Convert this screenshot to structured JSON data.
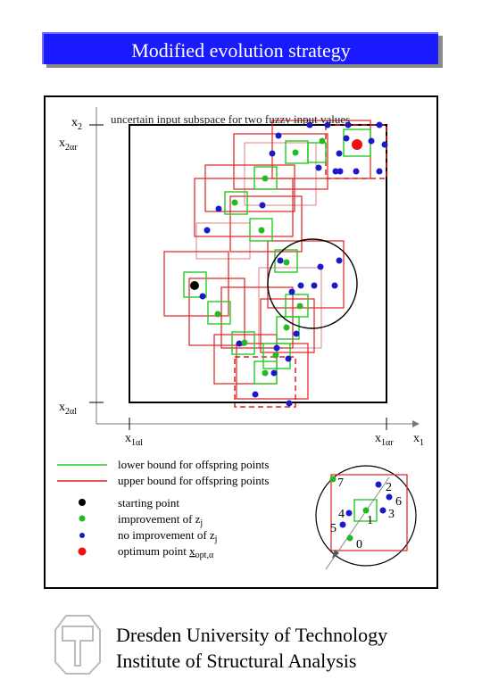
{
  "title": "Modified evolution strategy",
  "axes": {
    "y_label": "x",
    "y_sub": "2",
    "x_label": "x",
    "x_sub": "1",
    "y_alpha_r": "x",
    "y_alpha_r_sub": "2αr",
    "y_alpha_l": "x",
    "y_alpha_l_sub": "2αl",
    "x_alpha_l": "x",
    "x_alpha_l_sub": "1αl",
    "x_alpha_r": "x",
    "x_alpha_r_sub": "1αr"
  },
  "subspace_caption": "uncertain input subspace for two fuzzy input values",
  "legend": {
    "lower": "lower bound for offspring points",
    "upper": "upper bound for offspring points",
    "start": "starting point",
    "improvement_prefix": "improvement of z",
    "improvement_sub": "j",
    "no_improvement_prefix": "no improvement of z",
    "no_improvement_sub": "j",
    "optimum_prefix": "optimum point ",
    "optimum_symbol": "x",
    "optimum_sub": "opt,α"
  },
  "detail_labels": [
    "7",
    "2",
    "6",
    "4",
    "1",
    "3",
    "5",
    "0"
  ],
  "footer": {
    "line1": "Dresden University of Technology",
    "line2": "Institute of Structural Analysis"
  },
  "colors": {
    "title_bg": "#1a1aff",
    "lower_bound": "#22cc22",
    "upper_bound": "#dd2222",
    "start": "#000000",
    "improvement": "#22bb22",
    "no_improvement": "#1a1acc",
    "optimum": "#ee1111"
  }
}
